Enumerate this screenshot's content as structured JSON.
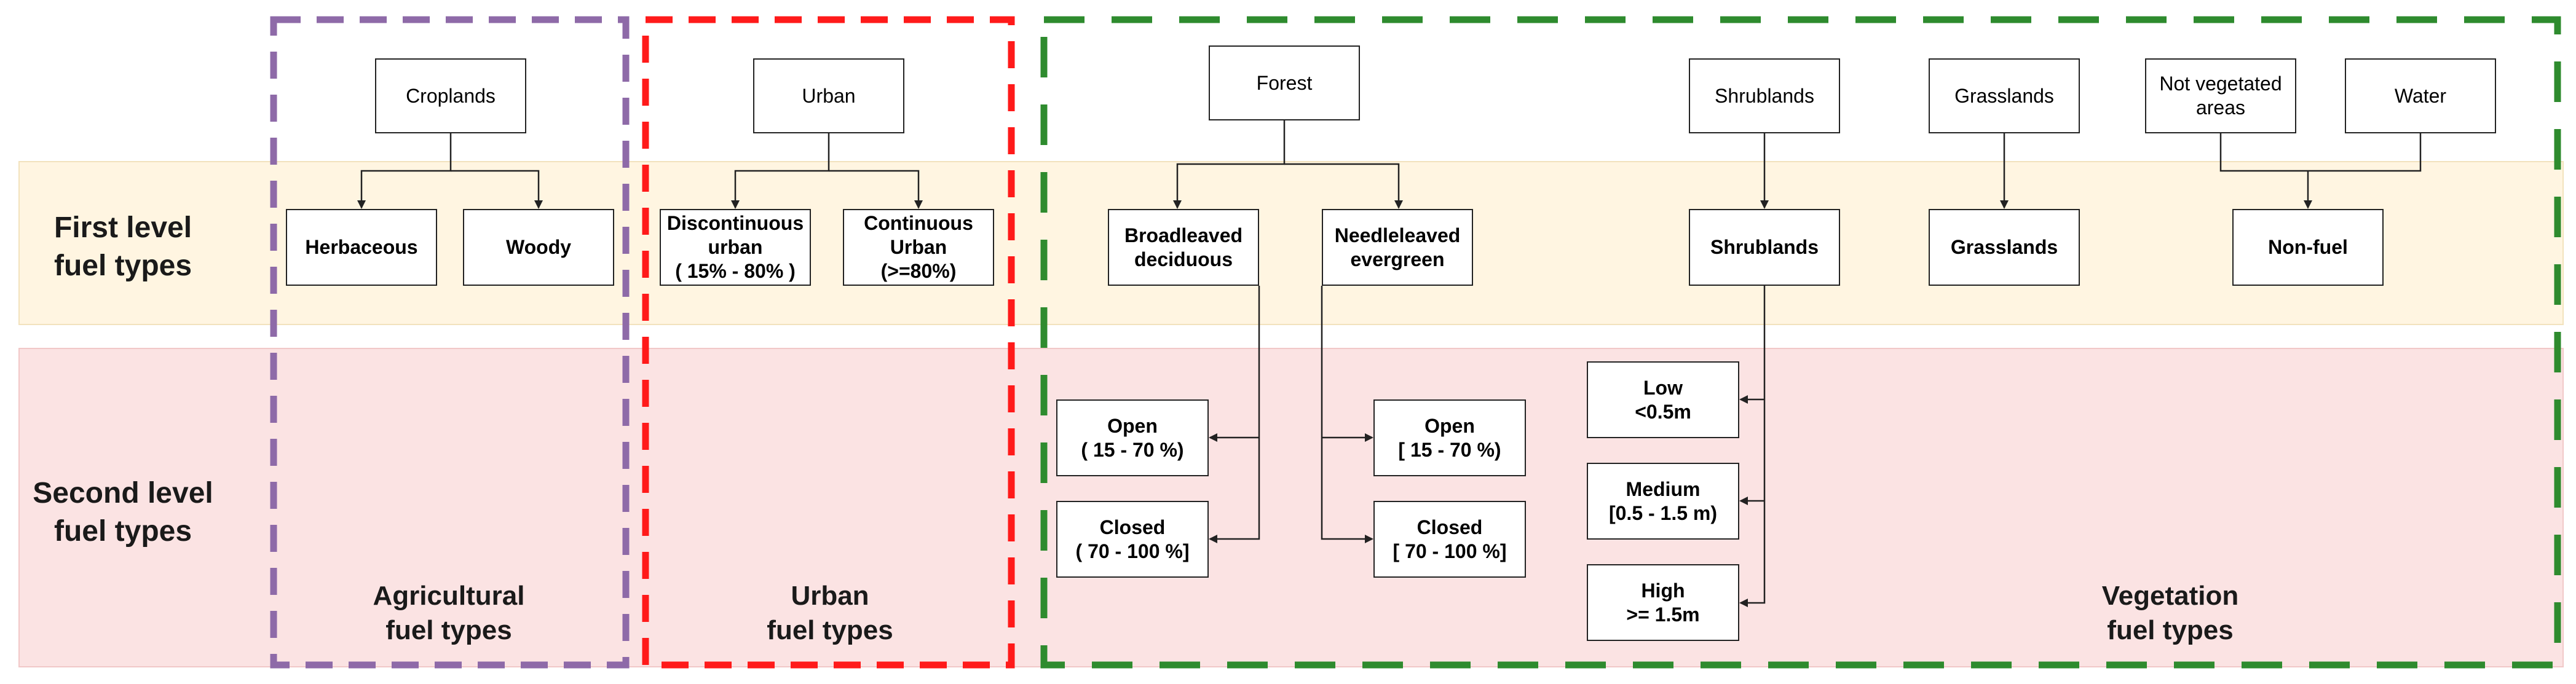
{
  "row_labels": {
    "first": "First level\nfuel types",
    "second": "Second level\nfuel types"
  },
  "groups": {
    "agricultural": {
      "label": "Agricultural\nfuel types",
      "color": "#8e6aa8"
    },
    "urban": {
      "label": "Urban\nfuel types",
      "color": "#ff1a1a"
    },
    "vegetation": {
      "label": "Vegetation\nfuel types",
      "color": "#2e8b2e"
    }
  },
  "top_nodes": {
    "croplands": "Croplands",
    "urban": "Urban",
    "forest": "Forest",
    "shrublands": "Shrublands",
    "grasslands": "Grasslands",
    "not_vegetated": "Not vegetated\nareas",
    "water": "Water"
  },
  "first_level_nodes": {
    "herbaceous": "Herbaceous",
    "woody": "Woody",
    "discontinuous_urban": "Discontinuous\nurban\n( 15% - 80% )",
    "continuous_urban": "Continuous\nUrban\n(>=80%)",
    "broadleaved": "Broadleaved\ndeciduous",
    "needleleaved": "Needleleaved\nevergreen",
    "shrublands": "Shrublands",
    "grasslands": "Grasslands",
    "non_fuel": "Non-fuel"
  },
  "second_level_nodes": {
    "broad_open": "Open\n( 15 - 70 %)",
    "broad_closed": "Closed\n( 70 - 100 %]",
    "needle_open": "Open\n[ 15 - 70 %)",
    "needle_closed": "Closed\n[ 70 - 100 %]",
    "shrub_low": "Low\n<0.5m",
    "shrub_medium": "Medium\n[0.5 - 1.5 m)",
    "shrub_high": "High\n>= 1.5m"
  },
  "colors": {
    "first_band": "#fff5e1",
    "second_band": "#fbe3e3",
    "connector": "#222222"
  }
}
